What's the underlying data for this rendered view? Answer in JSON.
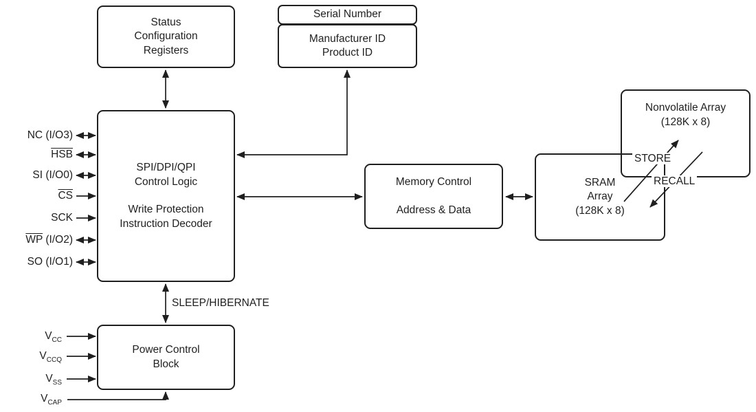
{
  "diagram": {
    "boxes": {
      "status_registers": {
        "lines": [
          "Status",
          "Configuration",
          "Registers"
        ]
      },
      "serial_number": {
        "label": "Serial Number"
      },
      "id_registers": {
        "lines": [
          "Manufacturer ID",
          "Product ID"
        ]
      },
      "control_logic": {
        "lines": [
          "SPI/DPI/QPI",
          "Control Logic",
          "Write Protection",
          "Instruction Decoder"
        ]
      },
      "memory_control": {
        "lines": [
          "Memory Control",
          "Address & Data"
        ]
      },
      "sram_array": {
        "lines": [
          "SRAM",
          "Array",
          "(128K x 8)"
        ]
      },
      "nonvolatile_array": {
        "lines": [
          "Nonvolatile Array",
          "(128K x 8)"
        ]
      },
      "power_control": {
        "lines": [
          "Power Control",
          "Block"
        ]
      }
    },
    "labels": {
      "sleep_hibernate": "SLEEP/HIBERNATE",
      "store": "STORE",
      "recall": "RECALL"
    },
    "io_pins": [
      {
        "pre": "NC (I/O3)",
        "over": "",
        "post": "",
        "dir": "bidirectional"
      },
      {
        "pre": "",
        "over": "HSB",
        "post": "",
        "dir": "bidirectional"
      },
      {
        "pre": "SI (I/O0)",
        "over": "",
        "post": "",
        "dir": "bidirectional"
      },
      {
        "pre": "",
        "over": "CS",
        "post": "",
        "dir": "input"
      },
      {
        "pre": "SCK",
        "over": "",
        "post": "",
        "dir": "input"
      },
      {
        "pre": "",
        "over": "WP",
        "post": " (I/O2)",
        "dir": "bidirectional"
      },
      {
        "pre": "SO (I/O1)",
        "over": "",
        "post": "",
        "dir": "bidirectional"
      }
    ],
    "power_pins": [
      {
        "base": "V",
        "sub": "CC",
        "dir": "input"
      },
      {
        "base": "V",
        "sub": "CCQ",
        "dir": "input"
      },
      {
        "base": "V",
        "sub": "SS",
        "dir": "input"
      },
      {
        "base": "V",
        "sub": "CAP",
        "dir": "input"
      }
    ],
    "colors": {
      "line": "#1f1f1f",
      "background": "#ffffff"
    }
  }
}
